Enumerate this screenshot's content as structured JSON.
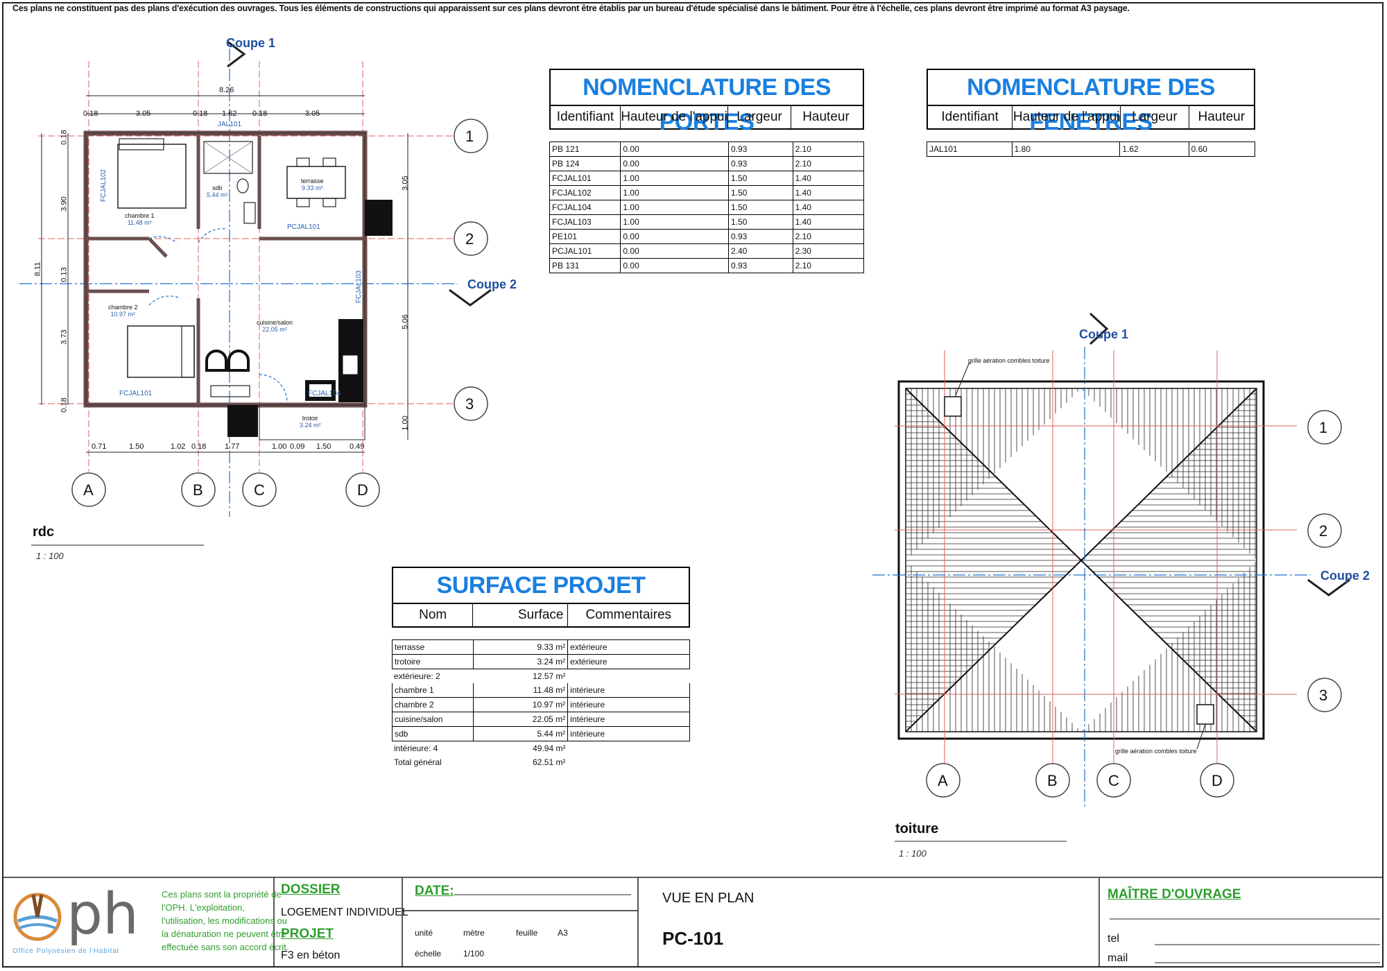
{
  "disclaimer": "Ces plans ne constituent pas des plans d'exécution des ouvrages. Tous les éléments de constructions qui apparaissent sur ces plans devront être établis par un bureau d'étude spécialisé dans le bâtiment. Pour être à l'échelle, ces plans devront être imprimé au format A3 paysage.",
  "colors": {
    "accent_blue": "#1a7fe0",
    "label_green": "#2e9e2e",
    "grid_red": "#e35d5d",
    "section_blue": "#1f6fd0",
    "plan_blue": "#2a5fb0"
  },
  "portes": {
    "title": "NOMENCLATURE DES PORTES",
    "headers": [
      "Identifiant",
      "Hauteur de l'appui",
      "Largeur",
      "Hauteur"
    ],
    "rows": [
      [
        "PB 121",
        "0.00",
        "0.93",
        "2.10"
      ],
      [
        "PB 124",
        "0.00",
        "0.93",
        "2.10"
      ],
      [
        "FCJAL101",
        "1.00",
        "1.50",
        "1.40"
      ],
      [
        "FCJAL102",
        "1.00",
        "1.50",
        "1.40"
      ],
      [
        "FCJAL104",
        "1.00",
        "1.50",
        "1.40"
      ],
      [
        "FCJAL103",
        "1.00",
        "1.50",
        "1.40"
      ],
      [
        "PE101",
        "0.00",
        "0.93",
        "2.10"
      ],
      [
        "PCJAL101",
        "0.00",
        "2.40",
        "2.30"
      ],
      [
        "PB 131",
        "0.00",
        "0.93",
        "2.10"
      ]
    ]
  },
  "fenetres": {
    "title": "NOMENCLATURE DES FENETRES",
    "headers": [
      "Identifiant",
      "Hauteur de l'appui",
      "Largeur",
      "Hauteur"
    ],
    "rows": [
      [
        "JAL101",
        "1.80",
        "1.62",
        "0.60"
      ]
    ]
  },
  "surface": {
    "title": "SURFACE PROJET",
    "headers": [
      "Nom",
      "Surface",
      "Commentaires"
    ],
    "group1": [
      [
        "terrasse",
        "9.33 m²",
        "extérieure"
      ],
      [
        "trotoire",
        "3.24 m²",
        "extérieure"
      ]
    ],
    "subtotal1": [
      "extérieure: 2",
      "12.57 m²"
    ],
    "group2": [
      [
        "chambre 1",
        "11.48 m²",
        "intérieure"
      ],
      [
        "chambre 2",
        "10.97 m²",
        "intérieure"
      ],
      [
        "cuisine/salon",
        "22.05 m²",
        "intérieure"
      ],
      [
        "sdb",
        "5.44 m²",
        "intérieure"
      ]
    ],
    "subtotal2": [
      "intérieure: 4",
      "49.94 m²"
    ],
    "total": [
      "Total général",
      "62.51 m²"
    ]
  },
  "rdc": {
    "name": "rdc",
    "scale": "1 : 100",
    "section1": "Coupe 1",
    "section2": "Coupe 2",
    "dims_top_total": "8.26",
    "dims_top": [
      "0.18",
      "3.05",
      "0.18",
      "1.62",
      "0.18",
      "3.05"
    ],
    "dims_bottom": [
      "0.71",
      "1.50",
      "1.02",
      "0.18",
      "1.77",
      "1.00",
      "0.09",
      "1.50",
      "0.49"
    ],
    "dims_left_total": "8.11",
    "dims_left": [
      "0.18",
      "3.90",
      "0.13",
      "3.73",
      "0.18"
    ],
    "dims_right": [
      "3.05",
      "5.06",
      "1.00"
    ],
    "axes_rows": [
      "1",
      "2",
      "3"
    ],
    "axes_cols": [
      "A",
      "B",
      "C",
      "D"
    ],
    "rooms": [
      {
        "name": "chambre 1",
        "area": "11.48 m²"
      },
      {
        "name": "sdb",
        "area": "5.44 m²"
      },
      {
        "name": "terrasse",
        "area": "9.33 m²"
      },
      {
        "name": "chambre 2",
        "area": "10.97 m²"
      },
      {
        "name": "cuisine/salon",
        "area": "22.05 m²"
      },
      {
        "name": "trotoir",
        "area": "3.24 m²"
      }
    ],
    "tags": [
      "JAL101",
      "FCJAL102",
      "PCJAL101",
      "FCJAL103",
      "FCJAL101",
      "FCJAL104"
    ]
  },
  "toiture": {
    "name": "toiture",
    "scale": "1 : 100",
    "section1": "Coupe 1",
    "section2": "Coupe 2",
    "vent_note": "grille aération combles toiture",
    "axes_rows": [
      "1",
      "2",
      "3"
    ],
    "axes_cols": [
      "A",
      "B",
      "C",
      "D"
    ]
  },
  "titleblock": {
    "logo_text": "ph",
    "logo_caption": "Office Polynésien de l'Habitat",
    "notice": [
      "Ces plans sont la propriété de",
      "l'OPH. L'exploitation,",
      "l'utilisation, les modifications ou",
      "la dénaturation ne peuvent être",
      "effectuée sans son accord écrit."
    ],
    "dossier_label": "DOSSIER",
    "dossier_value": "LOGEMENT INDIVIDUEL",
    "projet_label": "PROJET",
    "projet_value": "F3 en béton",
    "date_label": "DATE:",
    "unite_label": "unité",
    "unite_value": "mètre",
    "feuille_label": "feuille",
    "feuille_value": "A3",
    "echelle_label": "échelle",
    "echelle_value": "1/100",
    "vue": "VUE EN PLAN",
    "code": "PC-101",
    "maitre_label": "MAÎTRE D'OUVRAGE",
    "tel_label": "tel",
    "mail_label": "mail"
  }
}
